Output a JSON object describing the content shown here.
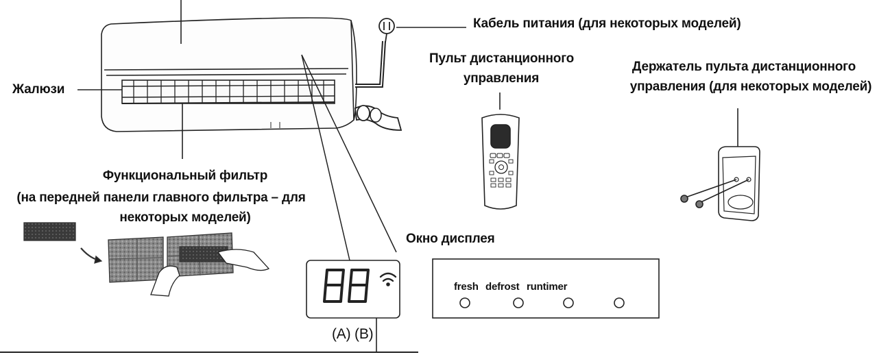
{
  "labels": {
    "power_cable": "Кабель питания (для некоторых моделей)",
    "remote_line1": "Пульт дистанционного",
    "remote_line2": "управления",
    "holder_line1": "Держатель пульта дистанционного",
    "holder_line2": "управления (для некоторых моделей)",
    "louvers": "Жалюзи",
    "filter_line1": "Функциональный фильтр",
    "filter_line2": "(на передней панели главного фильтра – для",
    "filter_line3": "некоторых моделей)",
    "display_window": "Окно дисплея",
    "indicator_fresh": "fresh",
    "indicator_defrost": "defrost",
    "indicator_runtimer": "runtimer",
    "display_digits": "88",
    "display_ab": "(A) (B)"
  }
}
